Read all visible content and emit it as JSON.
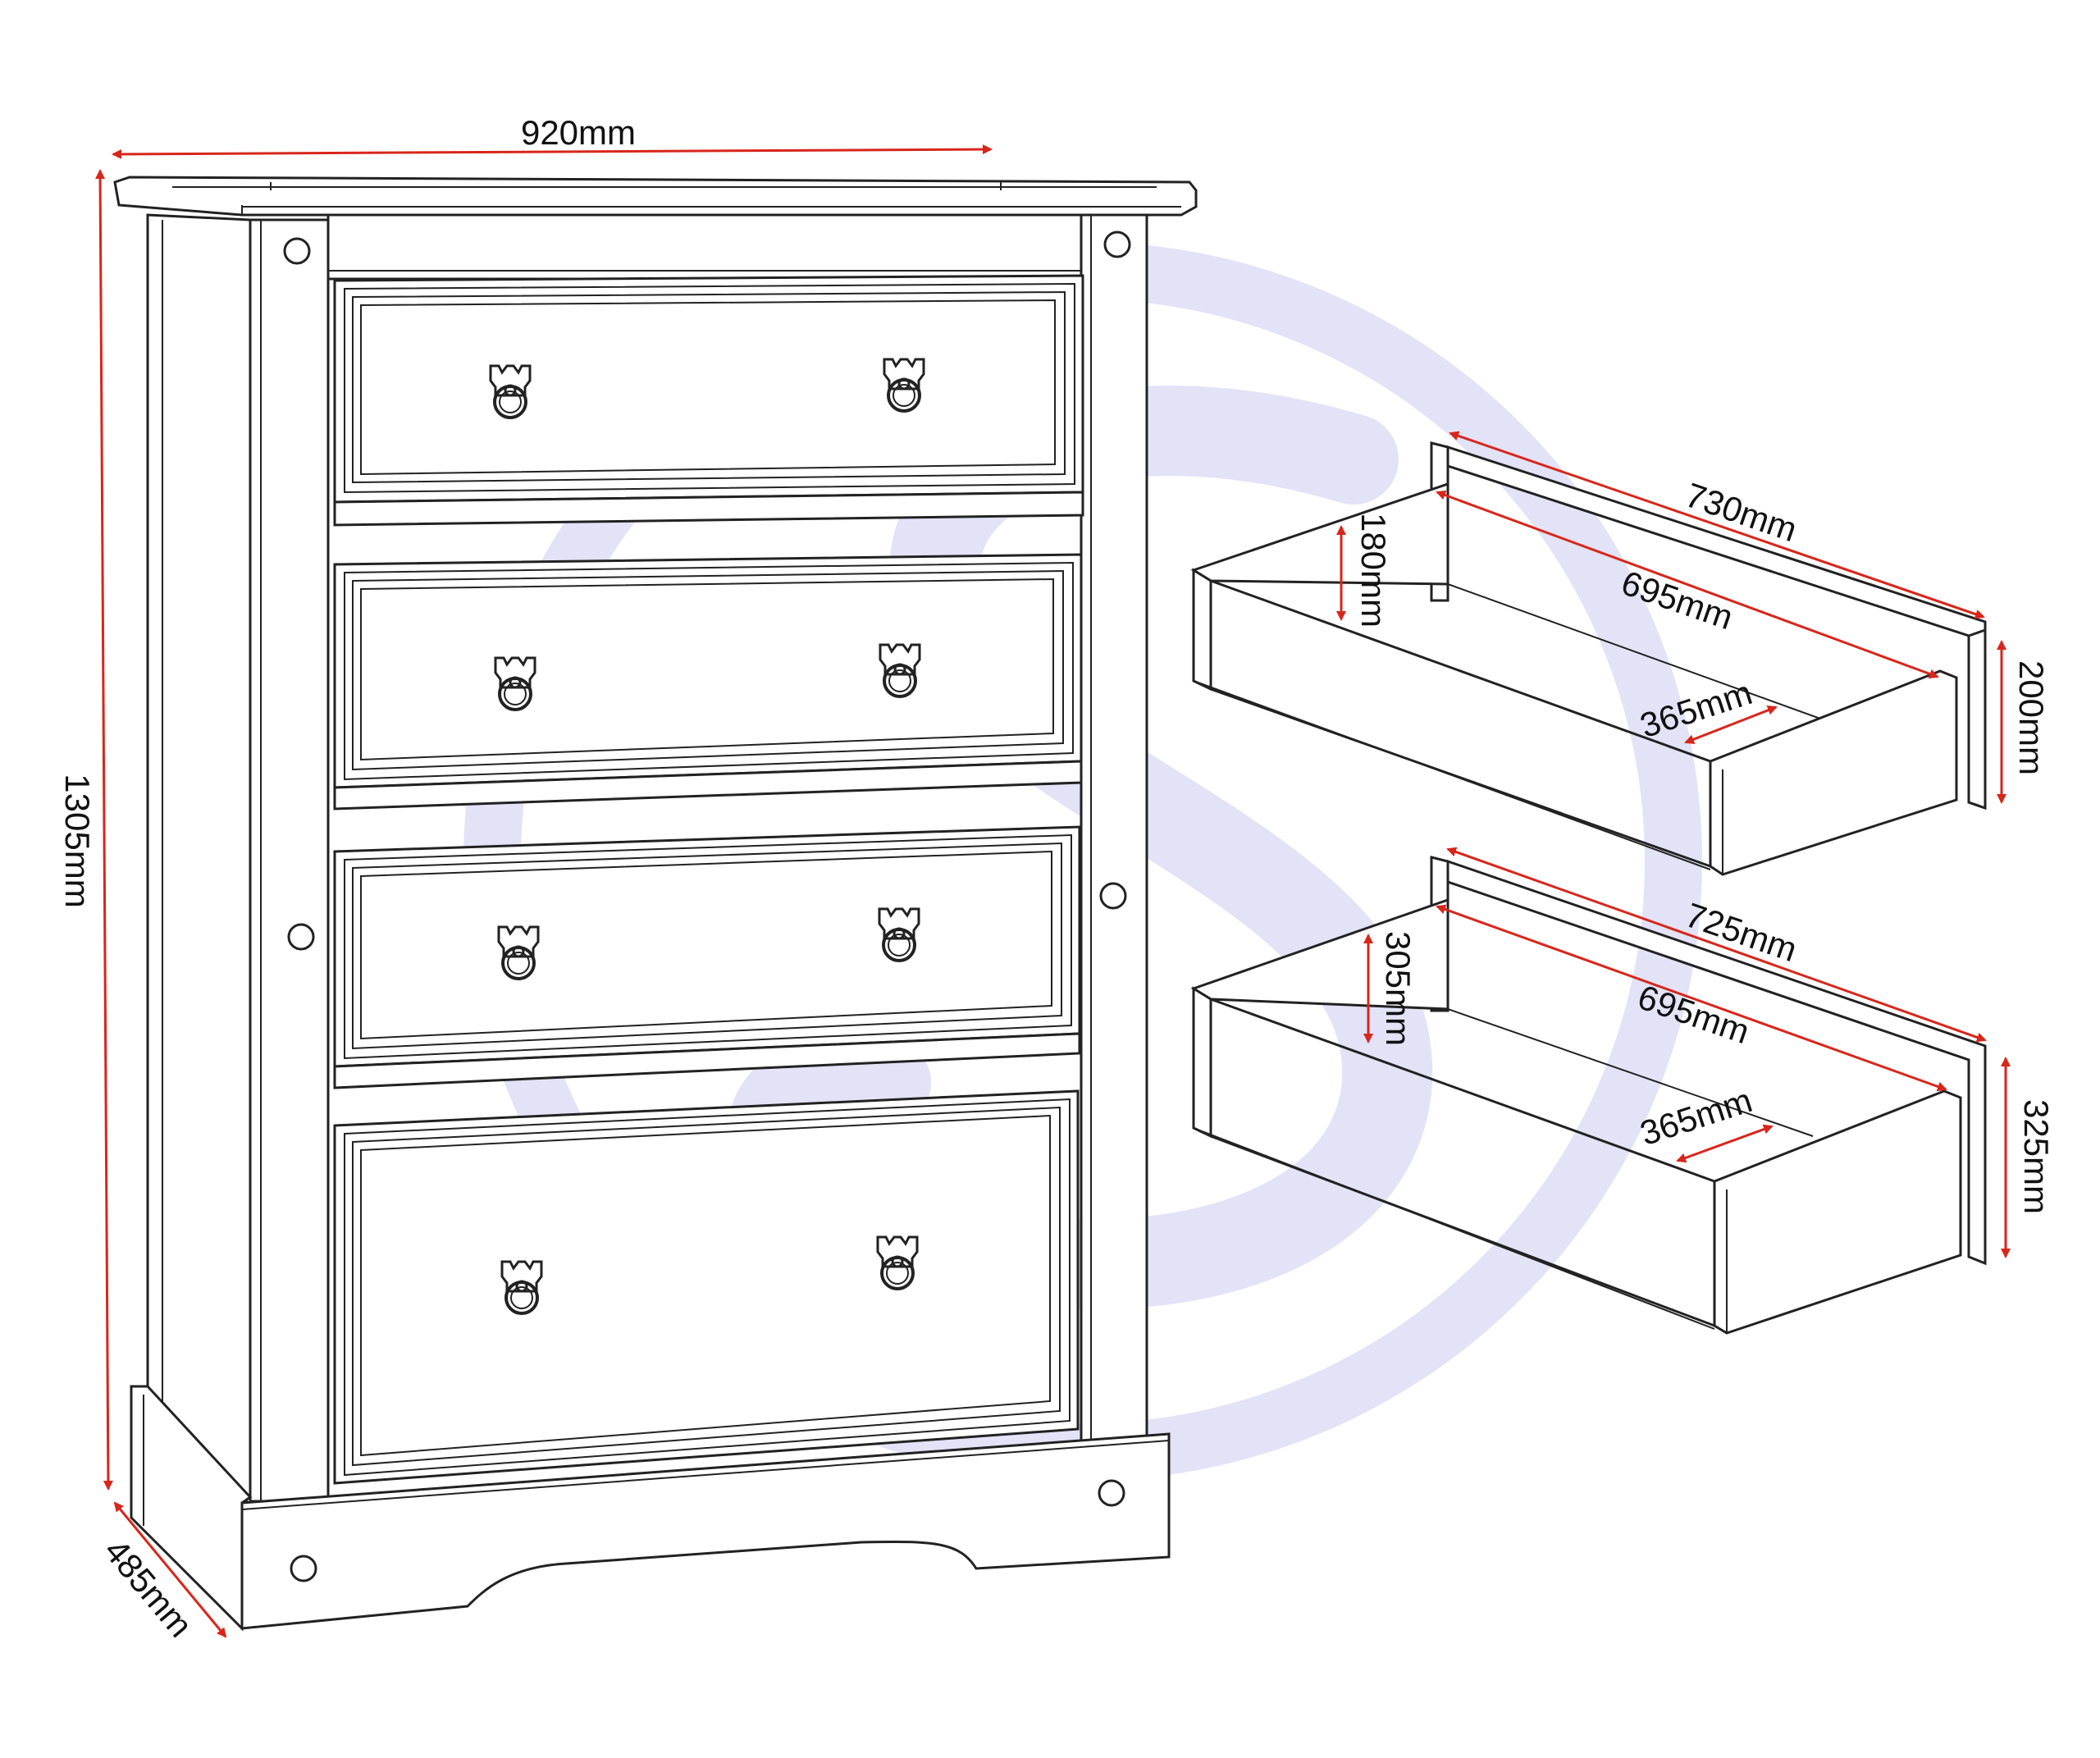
{
  "colors": {
    "line": "#222222",
    "dimension": "#d8261b",
    "watermark": "#e2e3f7",
    "background": "#ffffff"
  },
  "chest": {
    "width_label": "920mm",
    "height_label": "1305mm",
    "depth_label": "485mm",
    "drawer_count": 4
  },
  "small_drawer": {
    "outer_length_label": "730mm",
    "inner_length_label": "695mm",
    "inner_depth_label": "365mm",
    "inner_height_label": "180mm",
    "outer_height_label": "200mm"
  },
  "large_drawer": {
    "outer_length_label": "725mm",
    "inner_length_label": "695mm",
    "inner_depth_label": "365mm",
    "inner_height_label": "305mm",
    "outer_height_label": "325mm"
  },
  "icons": [
    "ring-pull-handle-icon",
    "wooden-dowel-icon",
    "brand-watermark-icon"
  ]
}
